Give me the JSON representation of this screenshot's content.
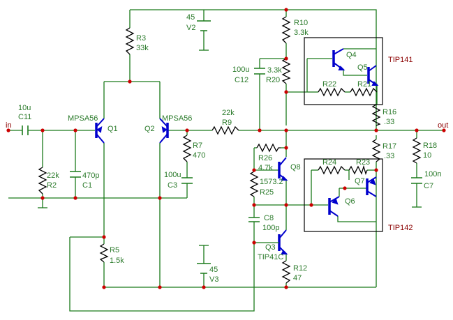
{
  "labels": {
    "in": "in",
    "out": "out",
    "c11_val": "10u",
    "c11": "C11",
    "r2_val": "22k",
    "r2": "R2",
    "c1_val": "470p",
    "c1": "C1",
    "q1_type": "MPSA56",
    "q1": "Q1",
    "q2_type": "MPSA56",
    "q2": "Q2",
    "r3": "R3",
    "r3_val": "33k",
    "v2_val": "45",
    "v2": "V2",
    "r10": "R10",
    "r10_val": "3.3k",
    "c12_val": "100u",
    "c12": "C12",
    "r20_val": "3.3k",
    "r20": "R20",
    "r22": "R22",
    "r21": "R21",
    "q4": "Q4",
    "q5": "Q5",
    "tip141": "TIP141",
    "r16": "R16",
    "r16_val": ".33",
    "r9_val": "22k",
    "r9": "R9",
    "r7": "R7",
    "r7_val": "470",
    "c3_val": "100u",
    "c3": "C3",
    "r17": "R17",
    "r17_val": ".33",
    "r18": "R18",
    "r18_val": "10",
    "c7_val": "100n",
    "c7": "C7",
    "r26": "R26",
    "r26_val": "4.7k",
    "q8": "Q8",
    "r25_val": "1573.2",
    "r25": "R25",
    "r24": "R24",
    "r23": "R23",
    "q7": "Q7",
    "q6": "Q6",
    "tip142": "TIP142",
    "c8": "C8",
    "c8_val": "100p",
    "q3": "Q3",
    "q3_type": "TIP41C",
    "r12": "R12",
    "r12_val": "47",
    "r5": "R5",
    "r5_val": "1.5k",
    "v3_val": "45",
    "v3": "V3"
  }
}
